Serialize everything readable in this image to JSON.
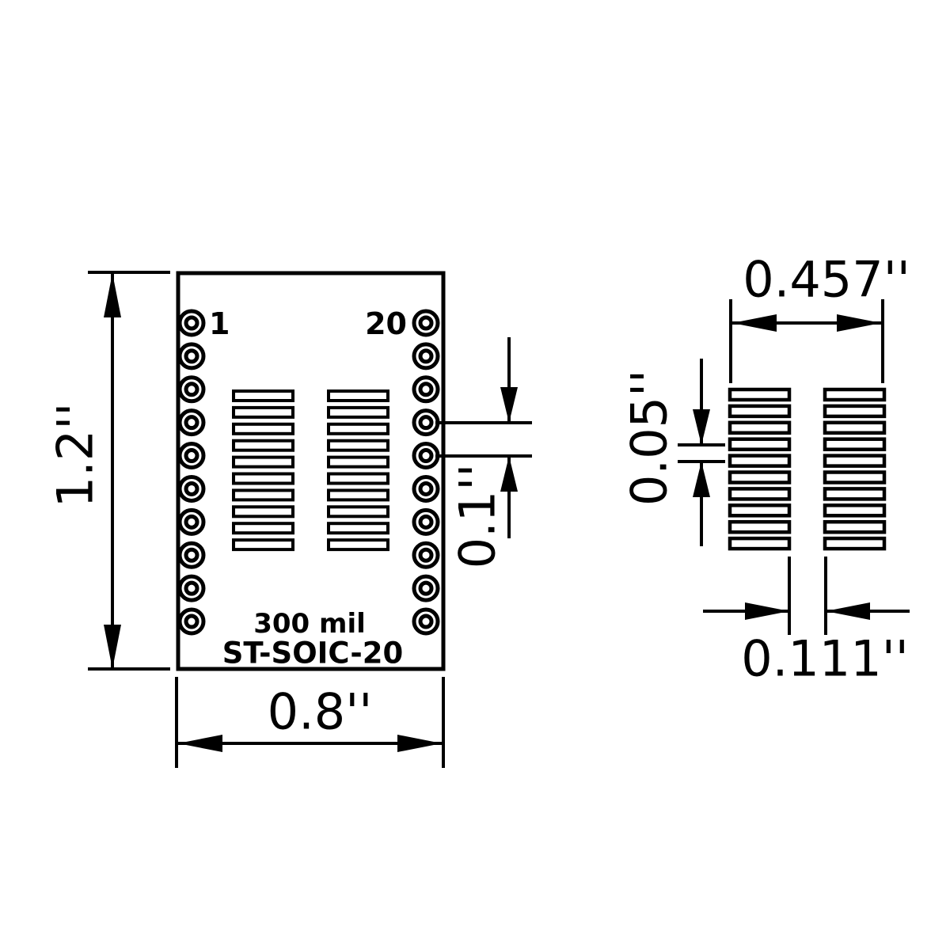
{
  "board": {
    "pin1_label": "1",
    "pin20_label": "20",
    "silkscreen_line1": "300 mil",
    "silkscreen_line2": "ST-SOIC-20",
    "throughhole_pads_per_side": 10,
    "smd_pads_per_column": 10
  },
  "detail": {
    "smd_pads_per_column": 10
  },
  "dimensions": {
    "board_height": "1.2''",
    "board_width": "0.8''",
    "hole_pitch": "0.1''",
    "smd_row_width": "0.457''",
    "smd_pitch": "0.05''",
    "smd_gap": "0.111''"
  },
  "colors": {
    "ink": "#000000",
    "background": "#ffffff"
  }
}
